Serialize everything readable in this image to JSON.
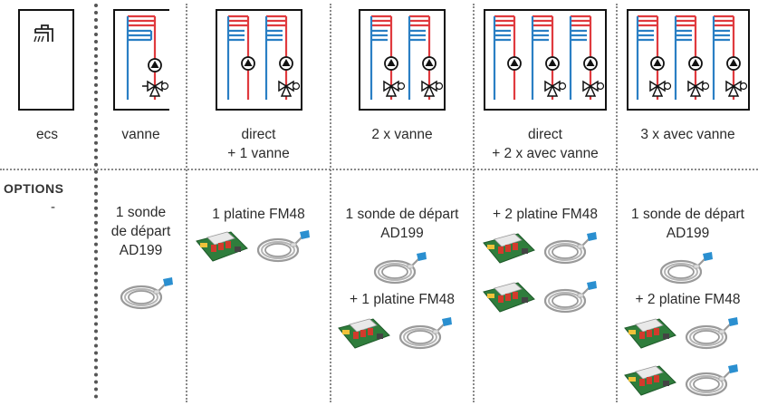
{
  "columns": [
    {
      "id": "ecs",
      "label_lines": [
        "ecs"
      ]
    },
    {
      "id": "vanne",
      "label_lines": [
        "vanne"
      ]
    },
    {
      "id": "direct1",
      "label_lines": [
        "direct",
        "+ 1 vanne"
      ]
    },
    {
      "id": "vanne2",
      "label_lines": [
        "2 x vanne"
      ]
    },
    {
      "id": "direct2",
      "label_lines": [
        "direct",
        "+ 2 x avec vanne"
      ]
    },
    {
      "id": "vanne3",
      "label_lines": [
        "3 x avec vanne"
      ]
    }
  ],
  "options": {
    "title": "OPTIONS",
    "ecs": "-",
    "vanne": [
      "1 sonde",
      "de départ",
      "AD199"
    ],
    "direct1": "1 platine FM48",
    "vanne2_a": [
      "1 sonde de départ",
      "AD199"
    ],
    "vanne2_b": "+ 1 platine FM48",
    "direct2": "+ 2 platine FM48",
    "vanne3_a": [
      "1 sonde de départ",
      "AD199"
    ],
    "vanne3_b": "+ 2 platine FM48"
  },
  "colors": {
    "hot": "#e03a3e",
    "cold": "#2a7fc4",
    "board": "#2f7d3c",
    "cable": "#9a9a9a",
    "tag": "#2a8fd0"
  },
  "icons": [
    "faucet-icon",
    "pump-icon",
    "mixing-valve-icon",
    "fm48-board-icon",
    "sensor-cable-icon"
  ]
}
